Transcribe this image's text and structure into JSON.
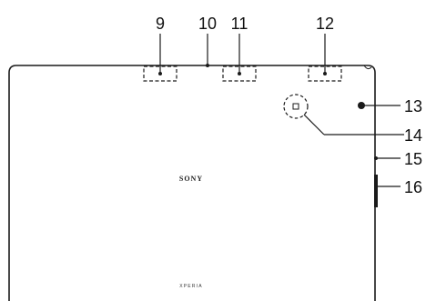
{
  "callouts": {
    "n9": "9",
    "n10": "10",
    "n11": "11",
    "n12": "12",
    "n13": "13",
    "n14": "14",
    "n15": "15",
    "n16": "16"
  },
  "device": {
    "brand": "SONY",
    "model": "XPERIA"
  },
  "colors": {
    "line": "#1a1a1a",
    "background": "#ffffff"
  }
}
